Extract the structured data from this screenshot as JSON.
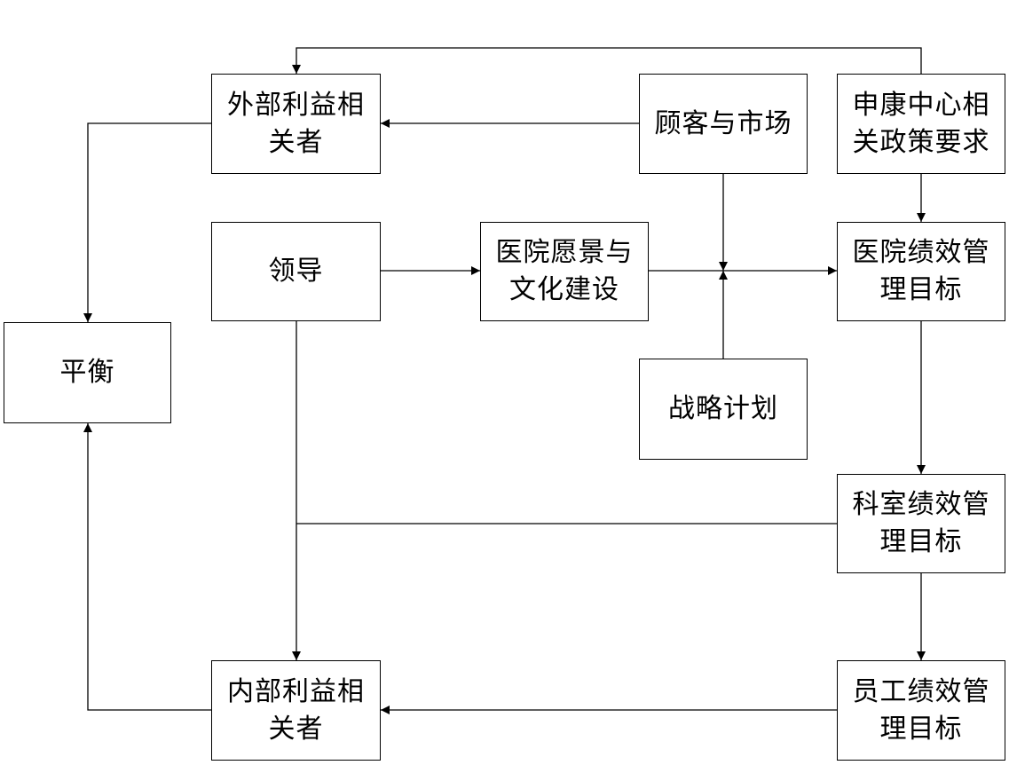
{
  "diagram": {
    "nodes": {
      "external_stakeholders": "外部利益相\n关者",
      "customers_market": "顾客与市场",
      "shenkang_policy": "申康中心相\n关政策要求",
      "leadership": "领导",
      "vision_culture": "医院愿景与\n文化建设",
      "hospital_goals": "医院绩效管\n理目标",
      "balance": "平衡",
      "strategic_plan": "战略计划",
      "department_goals": "科室绩效管\n理目标",
      "internal_stakeholders": "内部利益相\n关者",
      "staff_goals": "员工绩效管\n理目标"
    },
    "edges": [
      {
        "from": "shenkang_policy",
        "to": "external_stakeholders"
      },
      {
        "from": "customers_market",
        "to": "external_stakeholders"
      },
      {
        "from": "external_stakeholders",
        "to": "balance"
      },
      {
        "from": "shenkang_policy",
        "to": "hospital_goals"
      },
      {
        "from": "leadership",
        "to": "vision_culture"
      },
      {
        "from": "vision_culture",
        "to": "hospital_goals"
      },
      {
        "from": "customers_market",
        "to": "hospital_goals"
      },
      {
        "from": "strategic_plan",
        "to": "hospital_goals"
      },
      {
        "from": "hospital_goals",
        "to": "department_goals"
      },
      {
        "from": "department_goals",
        "to": "staff_goals"
      },
      {
        "from": "leadership",
        "to": "internal_stakeholders"
      },
      {
        "from": "department_goals",
        "to": "internal_stakeholders"
      },
      {
        "from": "staff_goals",
        "to": "internal_stakeholders"
      },
      {
        "from": "internal_stakeholders",
        "to": "balance"
      }
    ],
    "colors": {
      "line": "#000000",
      "box_border": "#000000",
      "background": "#ffffff",
      "text": "#000000"
    }
  }
}
